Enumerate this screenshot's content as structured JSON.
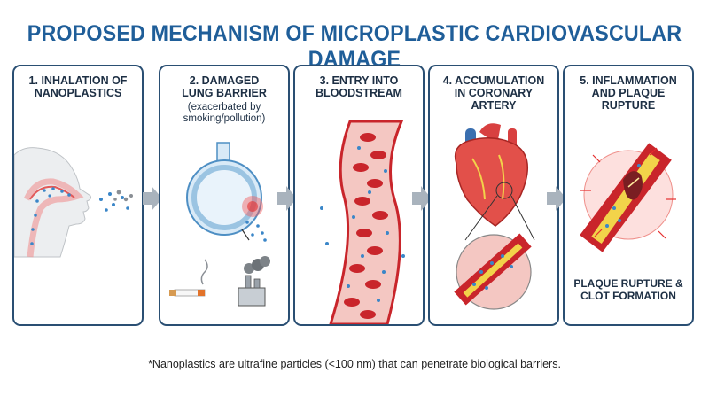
{
  "title": "PROPOSED MECHANISM OF MICROPLASTIC CARDIOVASCULAR DAMAGE",
  "steps": [
    {
      "title": "1. INHALATION OF\nNANOPLASTICS",
      "subtitle": "",
      "caption": ""
    },
    {
      "title": "2. DAMAGED\nLUNG BARRIER",
      "subtitle": "(exacerbated by\nsmoking/pollution)",
      "caption": ""
    },
    {
      "title": "3. ENTRY INTO\nBLOODSTREAM",
      "subtitle": "",
      "caption": ""
    },
    {
      "title": "4. ACCUMULATION\nIN CORONARY\nARTERY",
      "subtitle": "",
      "caption": ""
    },
    {
      "title": "5. INFLAMMATION\nAND PLAQUE\nRUPTURE",
      "subtitle": "",
      "caption": "PLAQUE RUPTURE &\nCLOT FORMATION"
    }
  ],
  "footnote": "*Nanoplastics are ultrafine particles (<100 nm) that can penetrate biological barriers.",
  "colors": {
    "title": "#1f5e99",
    "panel_border": "#2a4f73",
    "arrow": "#a9b3bd",
    "blood": "#c9252b",
    "particle": "#3a86c8",
    "plaque": "#f2d34a"
  }
}
